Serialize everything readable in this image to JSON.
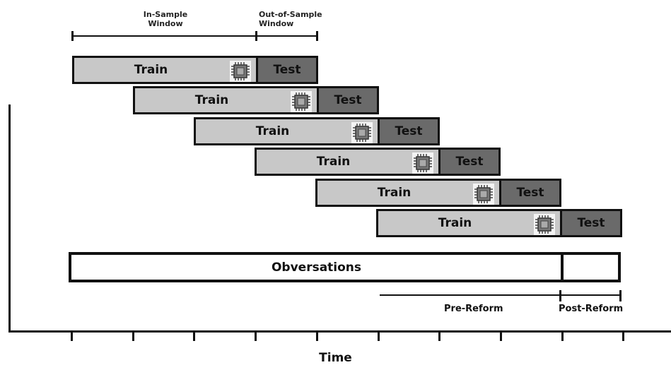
{
  "window_labels": {
    "in_sample": [
      "In-Sample",
      "Window"
    ],
    "out_of_sample": [
      "Out-of-Sample",
      "Window"
    ]
  },
  "folds": [
    {
      "train_label": "Train",
      "test_label": "Test"
    },
    {
      "train_label": "Train",
      "test_label": "Test"
    },
    {
      "train_label": "Train",
      "test_label": "Test"
    },
    {
      "train_label": "Train",
      "test_label": "Test"
    },
    {
      "train_label": "Train",
      "test_label": "Test"
    },
    {
      "train_label": "Train",
      "test_label": "Test"
    }
  ],
  "observations": {
    "label": "Obversations"
  },
  "reform": {
    "pre_label": "Pre-Reform",
    "post_label": "Post-Reform"
  },
  "axis": {
    "label": "Time"
  },
  "colors": {
    "train_fill": "#c8c8c8",
    "test_fill": "#6a6a6a",
    "outline": "#111111",
    "chip_icon": "#555555"
  },
  "icons": {
    "model_icon": "cpu-chip-icon"
  }
}
